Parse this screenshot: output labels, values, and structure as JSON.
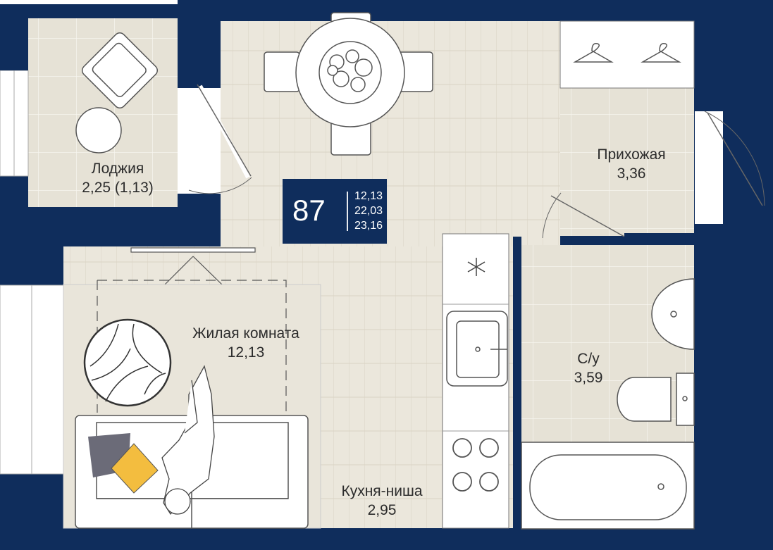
{
  "apartment": {
    "number": "87",
    "areas": [
      "12,13",
      "22,03",
      "23,16"
    ]
  },
  "rooms": [
    {
      "id": "loggia",
      "name": "Лоджия",
      "area": "2,25 (1,13)"
    },
    {
      "id": "hallway",
      "name": "Прихожая",
      "area": "3,36"
    },
    {
      "id": "living",
      "name": "Жилая комната",
      "area": "12,13"
    },
    {
      "id": "bathroom",
      "name": "С/у",
      "area": "3,59"
    },
    {
      "id": "kitchen",
      "name": "Кухня-ниша",
      "area": "2,95"
    }
  ],
  "colors": {
    "wall": "#0f2d5c",
    "floor_wood": "#ebe7dc",
    "floor_tile": "#e6e2d6",
    "furniture": "#ffffff",
    "line": "#555555",
    "pillow_gray": "#6b6b78",
    "pillow_yellow": "#f3bd3f"
  }
}
